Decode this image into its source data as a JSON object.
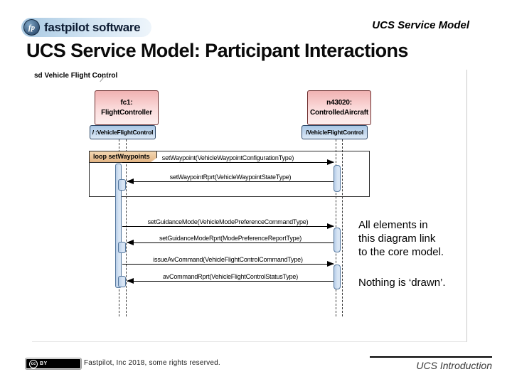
{
  "header": {
    "logo_icon": "fp",
    "logo_text": "fastpilot software",
    "context_label": "UCS Service Model"
  },
  "title": "UCS Service Model: Participant Interactions",
  "diagram": {
    "frame_label": "sd Vehicle Flight Control",
    "participants": [
      {
        "name": "fc1:",
        "type": "FlightController",
        "interface_label": "/ :VehicleFlightControl"
      },
      {
        "name": "n43020:",
        "type": "ControlledAircraft",
        "interface_label": "/VehicleFlightControl"
      }
    ],
    "loop_label": "loop setWaypoints",
    "messages": [
      {
        "label": "setWaypoint(VehicleWaypointConfigurationType)",
        "direction": "right"
      },
      {
        "label": "setWaypointRprt(VehicleWaypointStateType)",
        "direction": "left"
      },
      {
        "label": "setGuidanceMode(VehicleModePreferenceCommandType)",
        "direction": "right"
      },
      {
        "label": "setGuidanceModeRprt(ModePreferenceReportType)",
        "direction": "left"
      },
      {
        "label": "issueAvCommand(VehicleFlightControlCommandType)",
        "direction": "right"
      },
      {
        "label": "avCommandRprt(VehicleFlightControlStatusType)",
        "direction": "left"
      }
    ],
    "note_primary": "All elements in\nthis diagram link\nto the core model.",
    "note_secondary": "Nothing is ‘drawn’."
  },
  "footer": {
    "license_cc": "cc",
    "license_by": "BY",
    "copyright": "Fastpilot, Inc 2018, some rights reserved.",
    "section_label": "UCS Introduction"
  },
  "colors": {
    "logo-pill": "#a9c9e2",
    "participant-fill": "#f1b2b2",
    "interface-fill": "#a9c6e4",
    "loop-label-fill": "#e2b484",
    "activation-fill": "#d8e5f4"
  }
}
